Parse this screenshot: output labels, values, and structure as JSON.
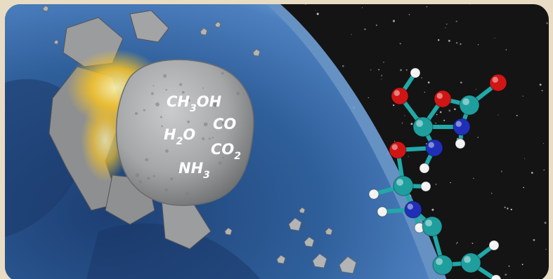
{
  "scene": {
    "formulas": [
      {
        "base": "CH",
        "sub": "3",
        "rest": "OH"
      },
      {
        "base": "CO",
        "sub": "",
        "rest": ""
      },
      {
        "base": "H",
        "sub": "2",
        "rest": "O"
      },
      {
        "base": "CO",
        "sub": "2",
        "rest": ""
      },
      {
        "base": "NH",
        "sub": "3",
        "rest": ""
      }
    ]
  },
  "colors": {
    "frame": "#e9dcc4",
    "space": "#141414",
    "ocean": "#2f5f9a",
    "atmosphere": "#6f9ed6",
    "rock": "#a9abad",
    "fire": "#f2c02a",
    "carbon": "#1f9e9e",
    "oxygen": "#d01515",
    "nitrogen": "#1f2fb8",
    "hydrogen": "#f2f2f2",
    "bond": "#22a8a8"
  },
  "icons": {
    "meteor": "meteor-icon",
    "planet": "earth-icon",
    "molecule": "molecule-icon"
  }
}
